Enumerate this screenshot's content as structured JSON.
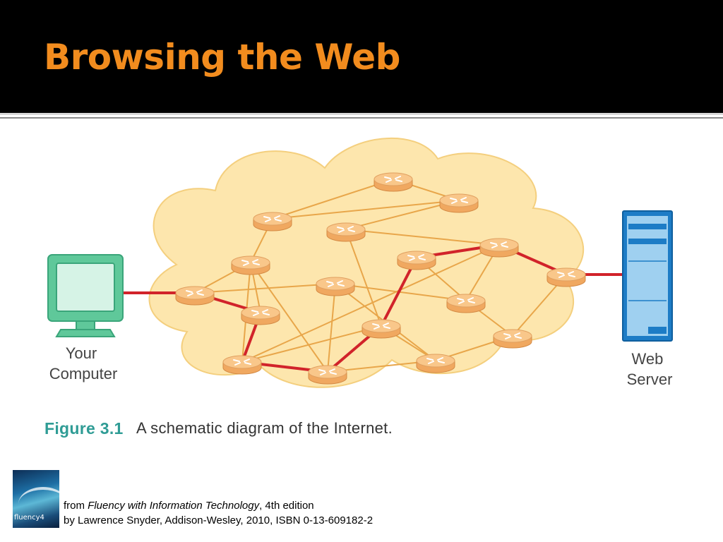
{
  "slide": {
    "title": "Browsing the Web",
    "title_color": "#f28c1e",
    "header_background": "#000000"
  },
  "diagram": {
    "labels": {
      "your_computer": [
        "Your",
        "Computer"
      ],
      "web_server": [
        "Web",
        "Server"
      ]
    },
    "colors": {
      "cloud": "#fde6ad",
      "router": "#f9c78a",
      "link": "#e8a64a",
      "path": "#d1232a",
      "computer": "#5fc89a",
      "server": "#1d7cc6"
    },
    "routers": [
      {
        "id": "r1",
        "name": "router-1"
      },
      {
        "id": "r2",
        "name": "router-2"
      },
      {
        "id": "r3",
        "name": "router-3"
      },
      {
        "id": "r4",
        "name": "router-4"
      },
      {
        "id": "r5",
        "name": "router-5"
      },
      {
        "id": "r6",
        "name": "router-6"
      },
      {
        "id": "r7",
        "name": "router-7"
      },
      {
        "id": "r8",
        "name": "router-8"
      },
      {
        "id": "r9",
        "name": "router-9"
      },
      {
        "id": "r10",
        "name": "router-10"
      },
      {
        "id": "r11",
        "name": "router-11"
      },
      {
        "id": "r12",
        "name": "router-12"
      },
      {
        "id": "r13",
        "name": "router-13"
      },
      {
        "id": "r14",
        "name": "router-14"
      },
      {
        "id": "r15",
        "name": "router-15"
      },
      {
        "id": "r16",
        "name": "router-16"
      },
      {
        "id": "r17",
        "name": "router-17"
      }
    ],
    "links": [
      [
        "r1",
        "r2"
      ],
      [
        "r1",
        "r3"
      ],
      [
        "r2",
        "r3"
      ],
      [
        "r2",
        "r4"
      ],
      [
        "r3",
        "r4"
      ],
      [
        "r3",
        "r5"
      ],
      [
        "r5",
        "r6"
      ],
      [
        "r5",
        "r7"
      ],
      [
        "r6",
        "r7"
      ],
      [
        "r7",
        "r8"
      ],
      [
        "r4",
        "r9"
      ],
      [
        "r8",
        "r9"
      ],
      [
        "r9",
        "r10"
      ],
      [
        "r10",
        "r11"
      ],
      [
        "r9",
        "r11"
      ],
      [
        "r10",
        "r12"
      ],
      [
        "r12",
        "r13"
      ],
      [
        "r13",
        "r14"
      ],
      [
        "r14",
        "r11"
      ],
      [
        "r14",
        "r15"
      ],
      [
        "r15",
        "r16"
      ],
      [
        "r16",
        "r17"
      ],
      [
        "r11",
        "r16"
      ],
      [
        "r8",
        "r12"
      ],
      [
        "r12",
        "r15"
      ],
      [
        "r4",
        "r12"
      ],
      [
        "r13",
        "r15"
      ],
      [
        "r3",
        "r13"
      ],
      [
        "r1",
        "r14"
      ]
    ],
    "path": [
      "r1",
      "r2",
      "r4",
      "r13",
      "r12",
      "r10",
      "r9",
      "r17"
    ]
  },
  "caption": {
    "label": "Figure 3.1",
    "label_color": "#2f9c95",
    "text": "A schematic diagram of the Internet."
  },
  "credit": {
    "prefix": "from ",
    "book_title": "Fluency with Information Technology",
    "edition": ", 4th edition",
    "line2": "by Lawrence Snyder, Addison-Wesley, 2010, ISBN 0-13-609182-2",
    "cover_text": "fluency4"
  }
}
